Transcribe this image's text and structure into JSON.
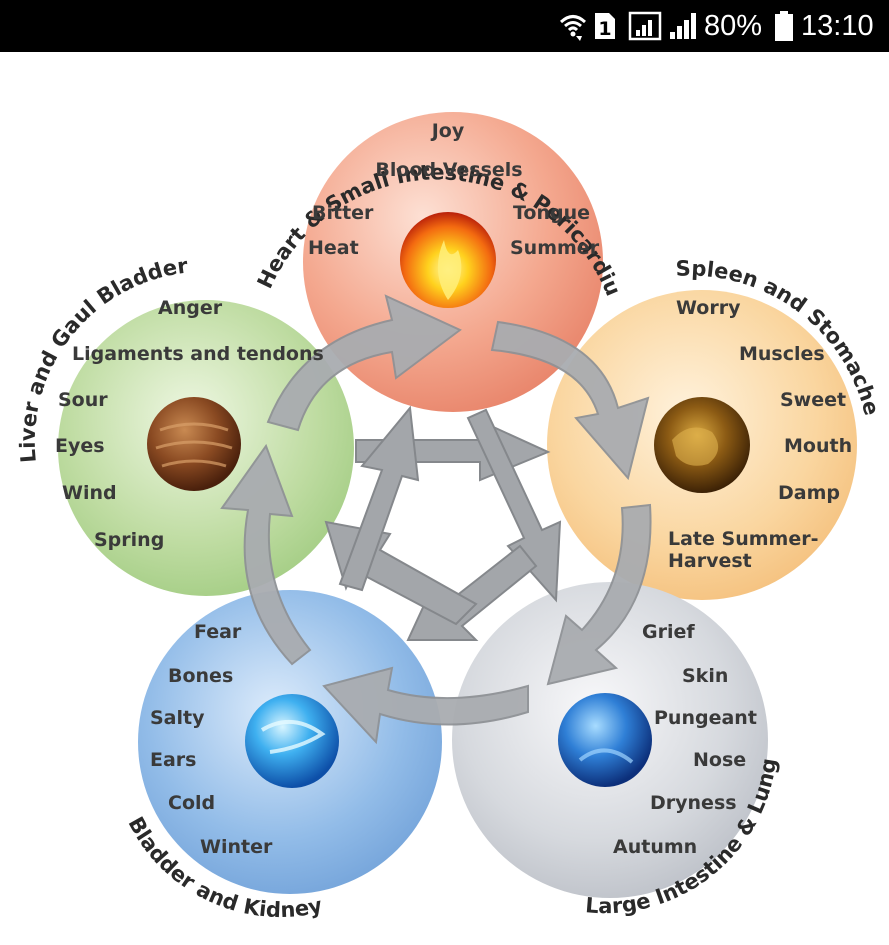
{
  "status_bar": {
    "icons": [
      "wifi-calling-icon",
      "sim-1-icon",
      "mobile-data-icon",
      "signal-icon",
      "battery-icon"
    ],
    "sim_slot": "1",
    "battery": "80%",
    "time": "13:10"
  },
  "elements": {
    "fire": {
      "organs": "Heart & Small Intestine & Pericardium & Sanjiou",
      "attributes": [
        "Joy",
        "Blood Vessels",
        "Bitter",
        "Tongue",
        "Heat",
        "Summer"
      ],
      "color": "#f2a48e",
      "icon": "fire-orb-icon"
    },
    "earth": {
      "organs": "Spleen and Stomache",
      "attributes": [
        "Worry",
        "Muscles",
        "Sweet",
        "Mouth",
        "Damp",
        "Late Summer-",
        "Harvest"
      ],
      "color": "#f8d29c",
      "icon": "earth-orb-icon"
    },
    "metal": {
      "organs": "Large Intestine & Lung",
      "attributes": [
        "Grief",
        "Skin",
        "Pungeant",
        "Nose",
        "Dryness",
        "Autumn"
      ],
      "color": "#d2d6dc",
      "icon": "metal-orb-icon"
    },
    "water": {
      "organs": "Bladder and Kidney",
      "attributes": [
        "Fear",
        "Bones",
        "Salty",
        "Ears",
        "Cold",
        "Winter"
      ],
      "color": "#8fb8e6",
      "icon": "water-orb-icon"
    },
    "wood": {
      "organs": "Liver and Gaul Bladder",
      "attributes": [
        "Anger",
        "Ligaments and tendons",
        "Sour",
        "Eyes",
        "Wind",
        "Spring"
      ],
      "color": "#b8d89a",
      "icon": "wood-orb-icon"
    }
  }
}
